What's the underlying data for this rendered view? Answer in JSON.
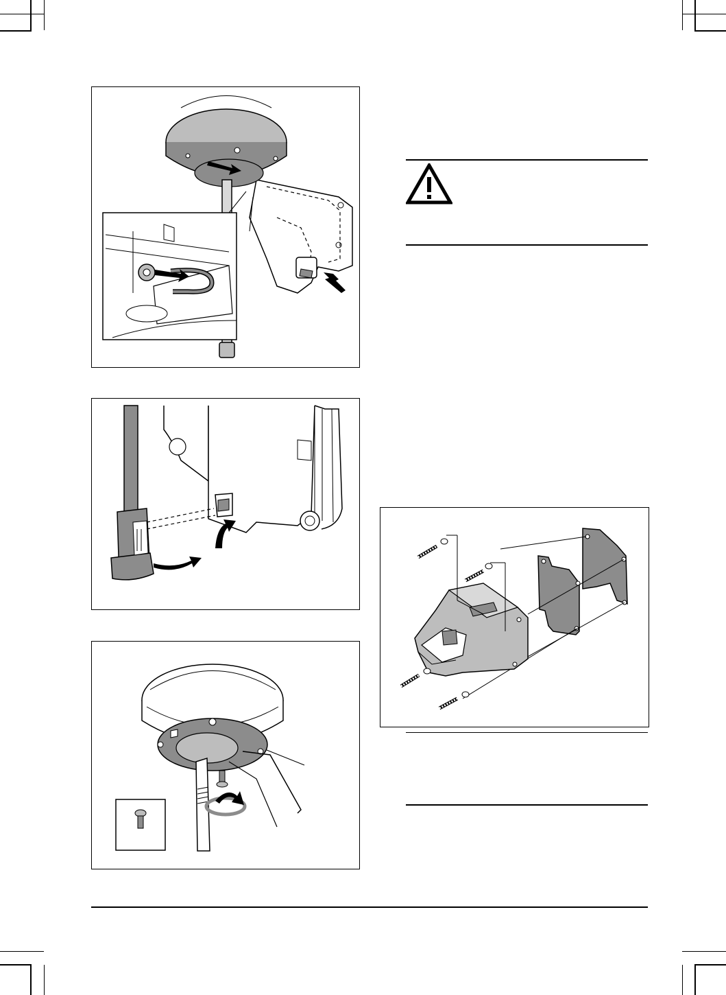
{
  "page": {
    "figures": [
      {
        "id": "fig-antenna-removal",
        "kind": "illustration"
      },
      {
        "id": "fig-cable-connector",
        "kind": "illustration"
      },
      {
        "id": "fig-antenna-screw",
        "kind": "illustration"
      },
      {
        "id": "fig-wall-mount",
        "kind": "illustration"
      }
    ],
    "warning_box": {
      "icon": "warning-triangle-icon"
    },
    "colors": {
      "ink": "#000000",
      "shade": "#8c8c8c",
      "light_shade": "#bdbdbd",
      "paper": "#ffffff"
    }
  }
}
